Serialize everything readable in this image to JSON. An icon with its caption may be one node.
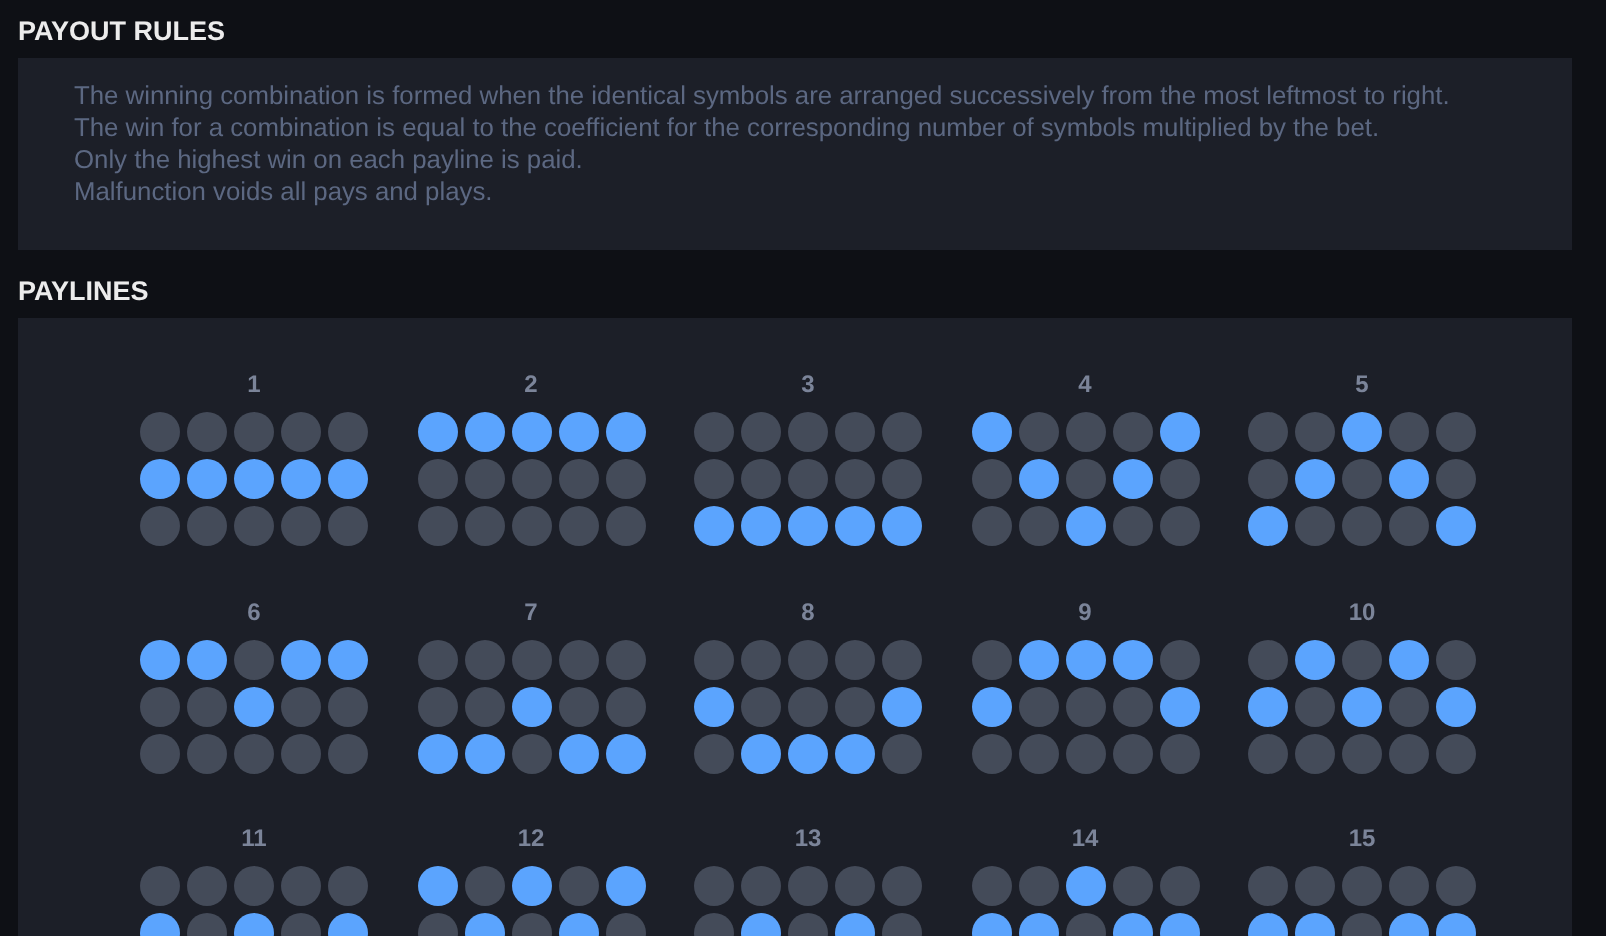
{
  "diagram": {
    "nodes": [
      {
        "text": [
          "PAYOUT RULES",
          "The winning combination is formed when the identical symbols are arranged successively from the most leftmost to right.",
          "The win for a combination is equal to the coefficient for the corresponding number of symbols multiplied by the bet.",
          "Only the highest win on each payline is paid.",
          "Malfunction voids all pays and plays."
        ]
      },
      {
        "text": [
          "PAYLINES"
        ]
      },
      {
        "text": [
          "1"
        ],
        "in": 1
      },
      {
        "text": [
          "2"
        ],
        "in": 1
      },
      {
        "text": [
          "3"
        ],
        "in": 1
      },
      {
        "text": [
          "4"
        ],
        "in": 1
      },
      {
        "text": [
          "5"
        ],
        "in": 1
      },
      {
        "text": [
          "6"
        ],
        "in": 1
      },
      {
        "text": [
          "7"
        ],
        "in": 1
      },
      {
        "text": [
          "8"
        ],
        "in": 1
      },
      {
        "text": [
          "9"
        ],
        "in": 1
      },
      {
        "text": [
          "10"
        ],
        "in": 1
      },
      {
        "text": [
          "11"
        ],
        "in": 1
      },
      {
        "text": [
          "12"
        ],
        "in": 1
      },
      {
        "text": [
          "13"
        ],
        "in": 1
      },
      {
        "text": [
          "14"
        ],
        "in": 1
      },
      {
        "text": [
          "15"
        ],
        "in": 1
      }
    ]
  }
}
